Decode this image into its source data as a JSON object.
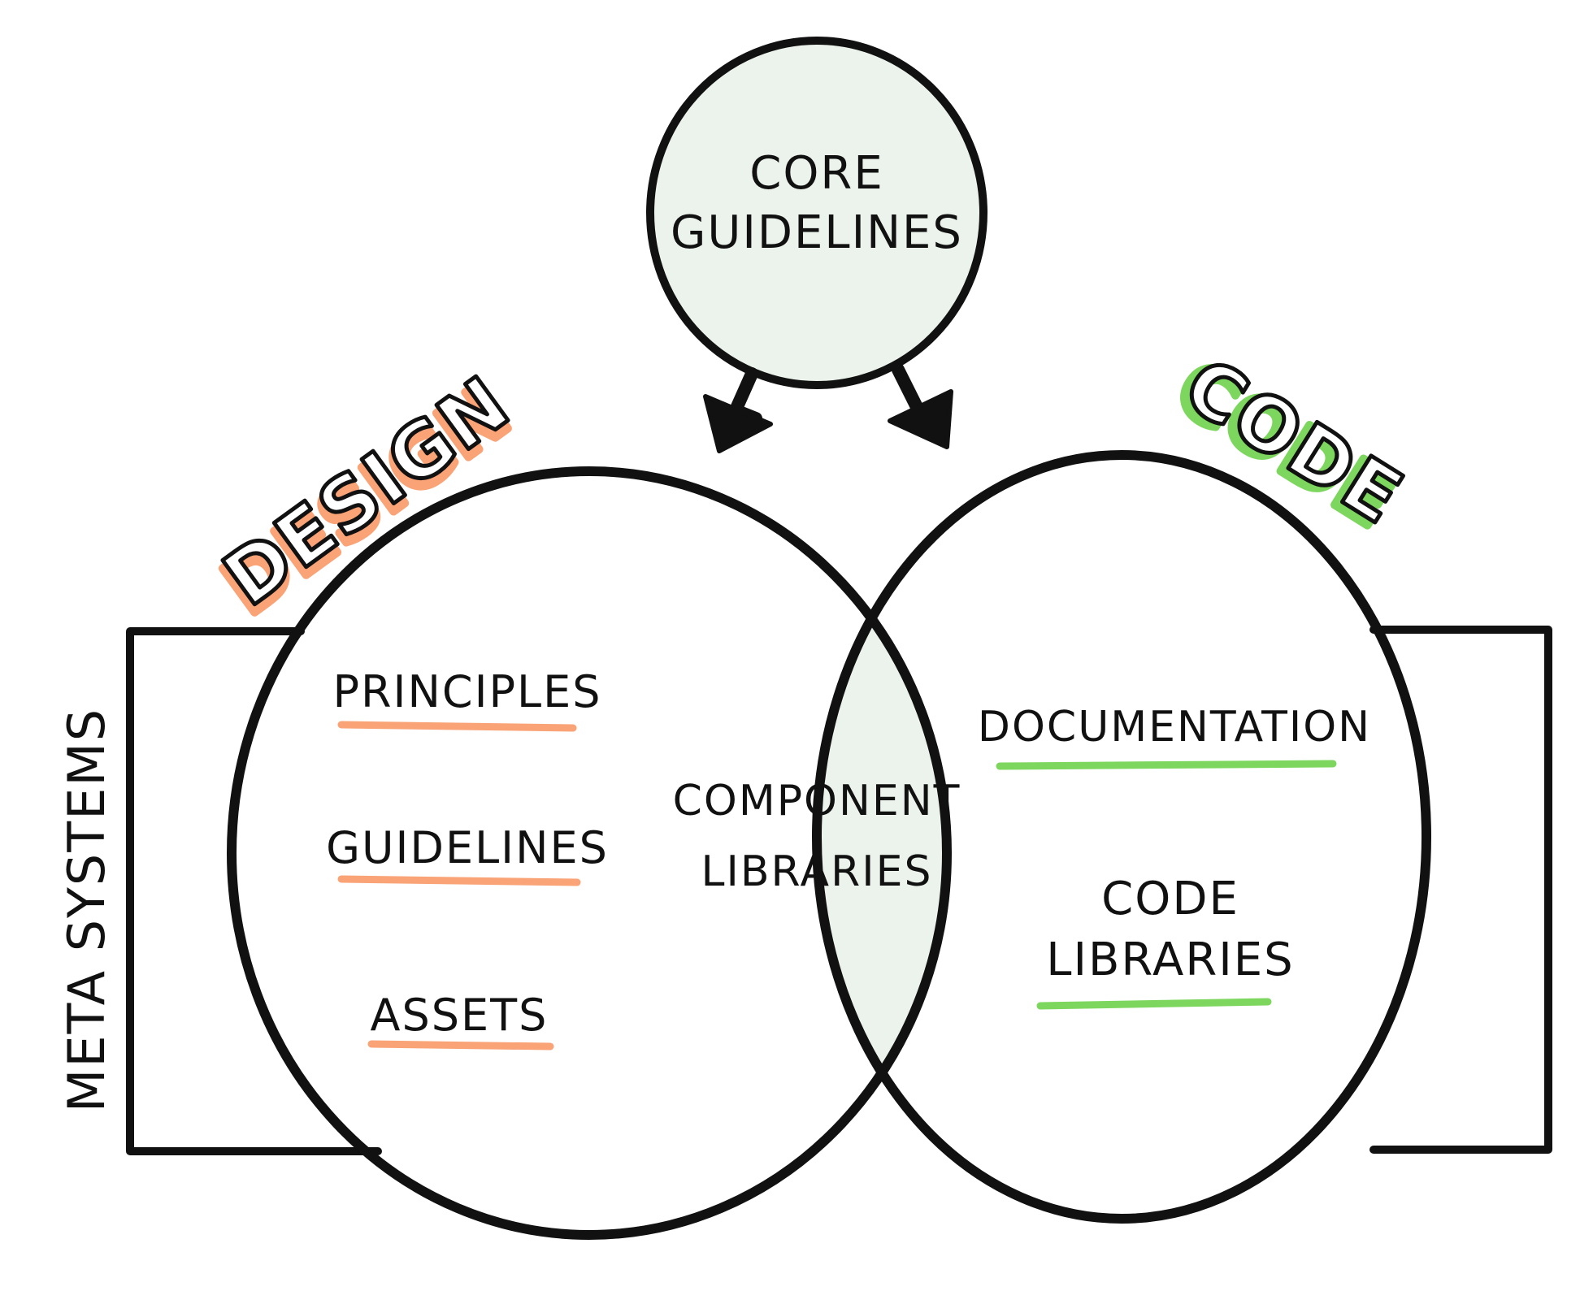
{
  "diagram": {
    "side_label": "META SYSTEMS",
    "core": {
      "line1": "CORE",
      "line2": "GUIDELINES"
    },
    "design": {
      "heading": "DESIGN",
      "items": [
        "PRINCIPLES",
        "GUIDELINES",
        "ASSETS"
      ]
    },
    "overlap": {
      "line1": "COMPONENT",
      "line2": "LIBRARIES"
    },
    "code": {
      "heading": "CODE",
      "item1": "DOCUMENTATION",
      "item2_line1": "CODE",
      "item2_line2": "LIBRARIES"
    }
  },
  "colors": {
    "ink": "#111111",
    "design_accent": "#f9a377",
    "code_accent": "#7dd65e",
    "fill_tint": "#ecf3ec"
  }
}
